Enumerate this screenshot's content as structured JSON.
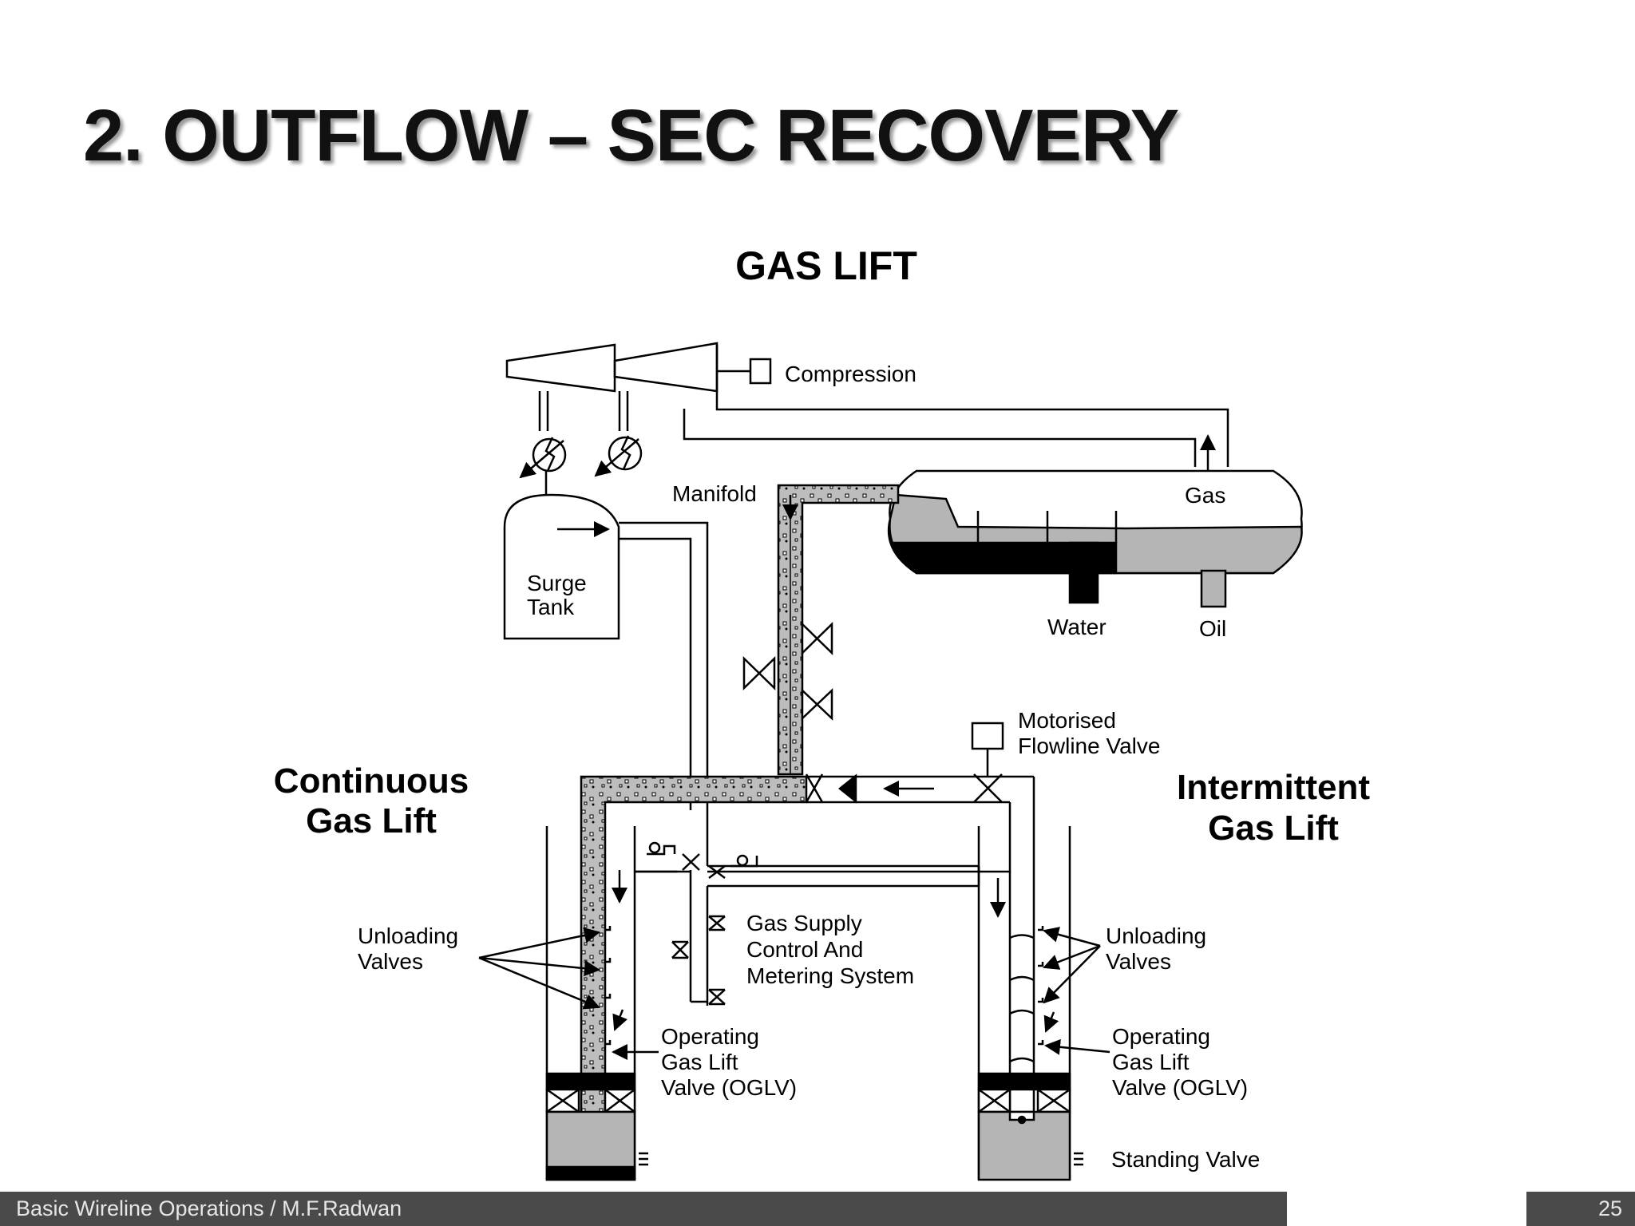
{
  "slide": {
    "title": "2. OUTFLOW – SEC RECOVERY",
    "footer": "Basic Wireline Operations / M.F.Radwan",
    "page_number": "25"
  },
  "diagram": {
    "heading": "GAS LIFT",
    "labels": {
      "compression": "Compression",
      "manifold": "Manifold",
      "gas": "Gas",
      "surge_tank_1": "Surge",
      "surge_tank_2": "Tank",
      "water": "Water",
      "oil": "Oil",
      "motorised_1": "Motorised",
      "motorised_2": "Flowline Valve",
      "continuous_1": "Continuous",
      "continuous_2": "Gas Lift",
      "intermittent_1": "Intermittent",
      "intermittent_2": "Gas Lift",
      "unloading_left_1": "Unloading",
      "unloading_left_2": "Valves",
      "unloading_right_1": "Unloading",
      "unloading_right_2": "Valves",
      "gas_supply_1": "Gas Supply",
      "gas_supply_2": "Control And",
      "gas_supply_3": "Metering System",
      "oglv_left_1": "Operating",
      "oglv_left_2": "Gas Lift",
      "oglv_left_3": "Valve (OGLV)",
      "oglv_right_1": "Operating",
      "oglv_right_2": "Gas Lift",
      "oglv_right_3": "Valve (OGLV)",
      "standing_valve": "Standing Valve"
    }
  }
}
